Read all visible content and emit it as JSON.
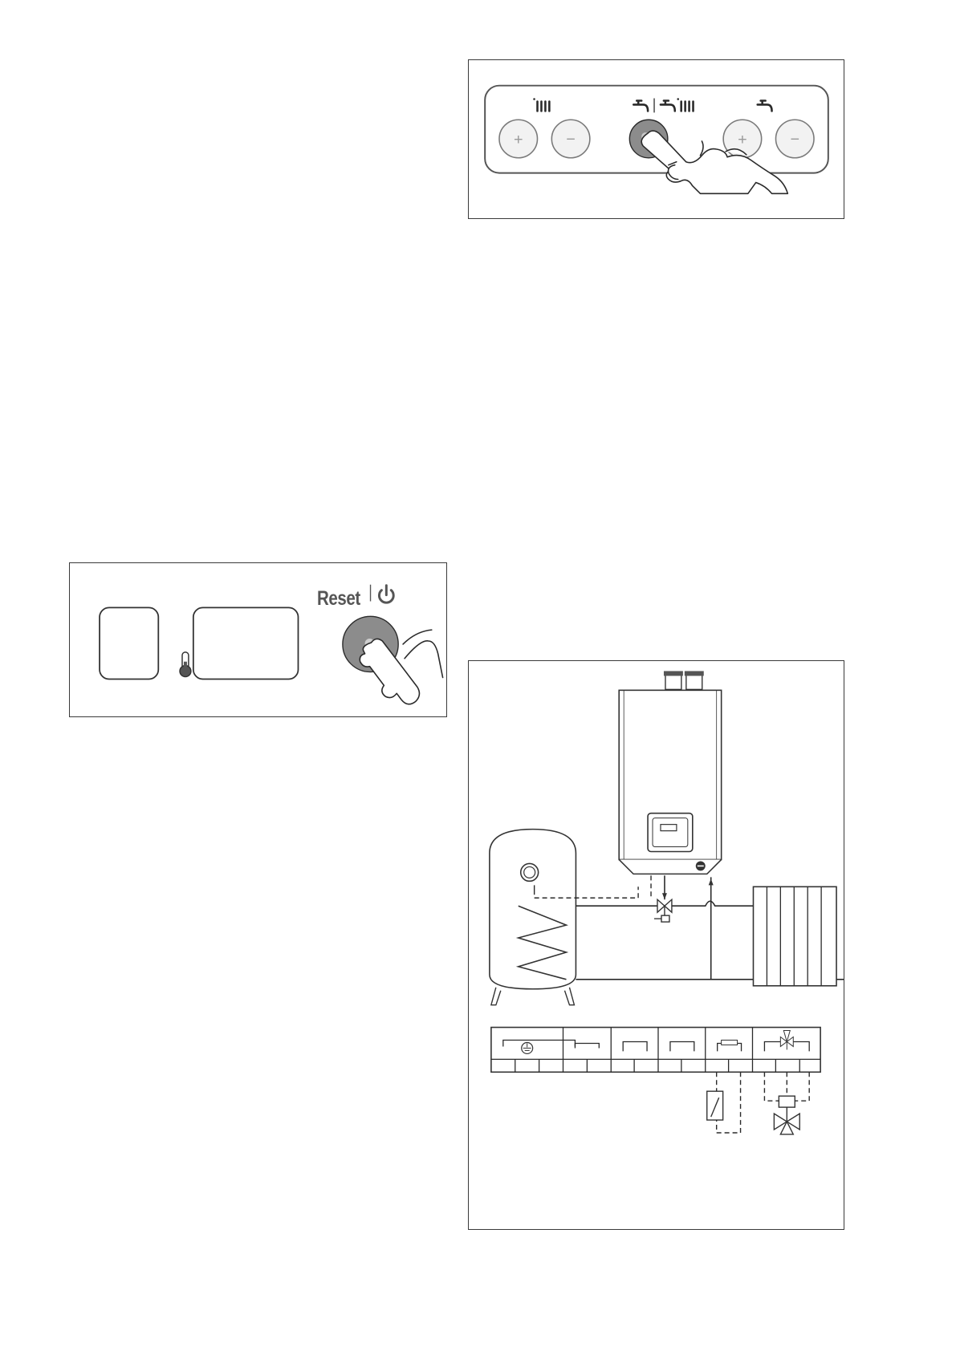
{
  "panel_top": {
    "icons": [
      "radiator-icon",
      "tap-icon",
      "tap-radiator-icon",
      "tap-icon"
    ],
    "buttons": [
      "+",
      "−",
      "",
      "+",
      "−"
    ]
  },
  "panel_reset": {
    "label": "Reset",
    "icons": [
      "power-icon",
      "thermometer-icon"
    ]
  },
  "schematic": {
    "components": [
      "boiler",
      "hot-water-cylinder",
      "cylinder-thermostat",
      "three-way-valve",
      "radiator",
      "terminal-block",
      "switch",
      "diverter-valve"
    ]
  }
}
